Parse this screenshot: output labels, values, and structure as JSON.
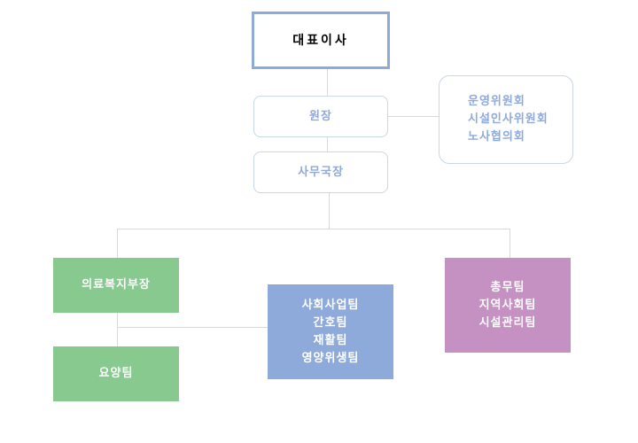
{
  "chart": {
    "ceo": "대표이사",
    "director": "원장",
    "secretary_general": "사무국장",
    "committees": [
      "운영위원회",
      "시설인사위원회",
      "노사협의회"
    ],
    "medical_welfare_head": "의료복지부장",
    "nursing_team": "요양팀",
    "social_teams": [
      "사회사업팀",
      "간호팀",
      "재활팀",
      "영양위생팀"
    ],
    "general_teams": [
      "총무팀",
      "지역사회팀",
      "시설관리팀"
    ]
  },
  "colors": {
    "line": "#d9d9d9",
    "ceo_border": "#8eaadb",
    "outline_text": "#8eaadb",
    "outline_border": "#c9d6e8",
    "green": "#87c98f",
    "blue": "#8eaadb",
    "purple": "#c590c2"
  }
}
